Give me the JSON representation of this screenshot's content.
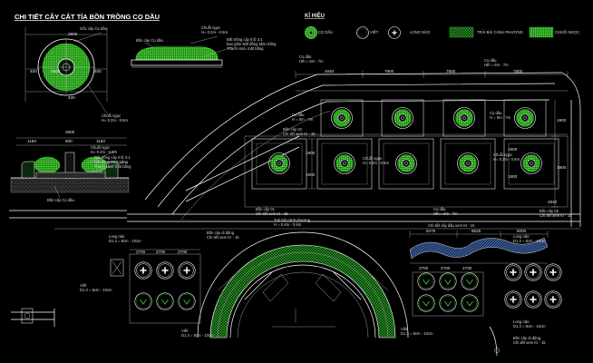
{
  "drawing": {
    "title": "CHI TIẾT CÂY CẮT TỈA BỒN TRỒNG CỌ DẦU",
    "legend_title": "KÍ HIỆU"
  },
  "legend": {
    "items": [
      {
        "label": "CỌ DẦU",
        "icon": "oil-palm-symbol"
      },
      {
        "label": "VIẾT",
        "icon": "viet-tree-symbol"
      },
      {
        "label": "LONG NÃO",
        "icon": "camphor-tree-symbol"
      },
      {
        "label": "TRẢI BÃI CÁNH PHƯƠNG",
        "icon": "ground-cover-hatch"
      },
      {
        "label": "CHUỖI NGỌC",
        "icon": "jewel-chain-hatch"
      }
    ]
  },
  "detail": {
    "plan_labels": {
      "palm": "Gốc cây Cọ dầu",
      "shrub": "Chuỗi ngọc\nH= 0.2m - 0.5m",
      "shrub_top": "Chuỗi ngọc\nH= 0.2m - 0.5m",
      "bed": "Bồn cây Cọ dầu"
    },
    "plan_dims": [
      "400",
      "2800",
      "400",
      "2800",
      "400"
    ],
    "elev_labels": {
      "mix": "Đất trồng cây tỉ lệ 3:1\nbao gồm Đất đồng Mùn trắng\nThanh Hoá, mặt bằng",
      "section_shrub": "Chuỗi ngọc\nH= 0.2m - 0.5m",
      "section_mix": "Đất trồng cây tỉ lệ 3:1\nĐất đồng Mùn trắng\nThanh Hoá, mặt bằng",
      "section_base": "Bồn cây Cọ dầu"
    },
    "section_dims": [
      "1150",
      "500",
      "1150"
    ],
    "section_total": "2800"
  },
  "plan": {
    "top_dims": [
      "4840",
      "7900",
      "7900",
      "7900"
    ],
    "right_dims": [
      "1900",
      "1900",
      "1900",
      "1900",
      "4840"
    ],
    "side_dims": [
      "1900",
      "1900"
    ],
    "labels": {
      "co_dau_top": "Cọ dầu\nHth = 6m - 7m",
      "co_dau_row": "Cọ dầu\nH = 6m - 7m",
      "chuoi_ngoc": "Chuỗi ngọc\nH= 0.2m - 0.5m",
      "bon_cay_02": "Bồn cây 02\nChi tiết xem KI - 15",
      "bon_cay_01": "Bồn cây 01\nChi tiết xem KI - 15",
      "lawn": "Trải bãi cánh phương\nH = 0.4m - 0.6m",
      "co_dau_lower": "Cọ dầu\nHth = 6m - 7m",
      "detail_ref": "Chi tiết cây dầu xem KI - 15",
      "long_nao_left": "Long não\nD1.3 = 8cm - 10cm",
      "bon_dong_left": "Bồn cây di động\nChi tiết xem KI - 15",
      "viet_left": "Viết\nD1.3 = 8cm - 10cm",
      "viet_mid": "Viết\nD1.3 = 8cm - 10cm",
      "long_nao_right": "Long não\nD1.3 = 8cm - 10cm",
      "bon_dong_right": "Bồn cây di động\nChi tiết xem KI - 15",
      "viet_right": "Viết\nD1.3 = 8cm - 10cm",
      "long_nao_right2": "Long não\nD1.3 = 8cm - 10cm"
    },
    "lower_dims_left": [
      "2700",
      "2700",
      "2700"
    ],
    "lower_dims_right": [
      "2700",
      "2700",
      "2700"
    ],
    "wave_dims": [
      "8475",
      "8525",
      "5000"
    ]
  },
  "colors": {
    "background": "#000000",
    "lines": "#ffffff",
    "planting": "#39d62a",
    "hatch": "#4d7cc4",
    "accent": "#d8d800"
  }
}
